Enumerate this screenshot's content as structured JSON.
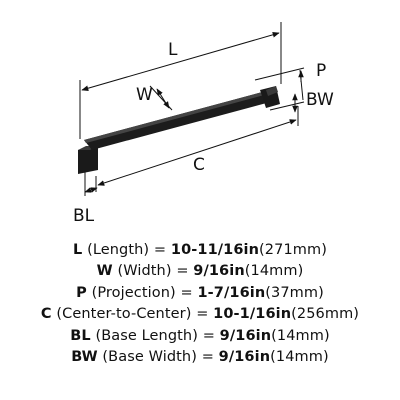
{
  "diagram": {
    "labels": {
      "L": "L",
      "W": "W",
      "P": "P",
      "BW": "BW",
      "C": "C",
      "BL": "BL"
    }
  },
  "specs": [
    {
      "symbol": "L",
      "name": "(Length)",
      "eq": "=",
      "value": "10-11/16in",
      "metric": "(271mm)"
    },
    {
      "symbol": "W",
      "name": "(Width)",
      "eq": "=",
      "value": "9/16in",
      "metric": "(14mm)"
    },
    {
      "symbol": "P",
      "name": "(Projection)",
      "eq": "=",
      "value": "1-7/16in",
      "metric": "(37mm)"
    },
    {
      "symbol": "C",
      "name": "(Center-to-Center)",
      "eq": "=",
      "value": "10-1/16in",
      "metric": "(256mm)"
    },
    {
      "symbol": "BL",
      "name": "(Base Length)",
      "eq": "=",
      "value": "9/16in",
      "metric": "(14mm)"
    },
    {
      "symbol": "BW",
      "name": "(Base Width)",
      "eq": "=",
      "value": "9/16in",
      "metric": "(14mm)"
    }
  ]
}
